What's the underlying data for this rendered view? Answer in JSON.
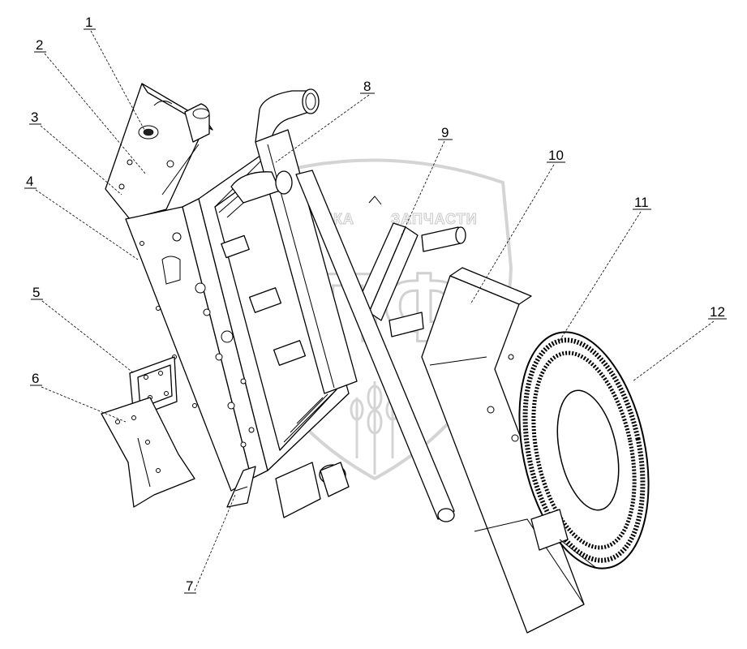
{
  "watermark": {
    "top_text_left": "ТЕХНИКА",
    "top_text_right": "ЗАПЧАСТИ",
    "brand": "ЭПФ"
  },
  "callouts": [
    {
      "id": "callout-1",
      "text": "1"
    },
    {
      "id": "callout-2",
      "text": "2"
    },
    {
      "id": "callout-3",
      "text": "3"
    },
    {
      "id": "callout-4",
      "text": "4"
    },
    {
      "id": "callout-5",
      "text": "5"
    },
    {
      "id": "callout-6",
      "text": "6"
    },
    {
      "id": "callout-7",
      "text": "7"
    },
    {
      "id": "callout-8",
      "text": "8"
    },
    {
      "id": "callout-9",
      "text": "9"
    },
    {
      "id": "callout-10",
      "text": "10"
    },
    {
      "id": "callout-11",
      "text": "11"
    },
    {
      "id": "callout-12",
      "text": "12"
    }
  ]
}
